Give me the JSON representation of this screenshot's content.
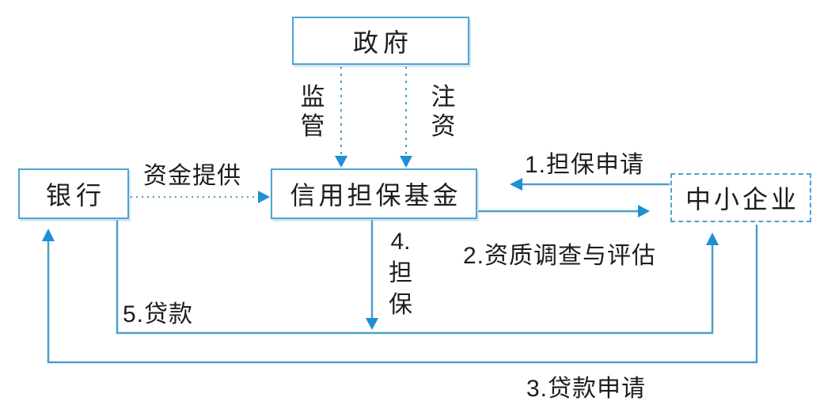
{
  "nodes": {
    "government": "政府",
    "bank": "银行",
    "guarantee_fund": "信用担保基金",
    "sme": "中小企业"
  },
  "edges": {
    "supervision": "监\n管",
    "capital_injection": "注\n资",
    "funding_provision": "资金提供",
    "step1_guarantee_application": "1.担保申请",
    "step2_qualification_review": "2.资质调查与评估",
    "step3_loan_application": "3.贷款申请",
    "step4_guarantee": "4.\n担\n保",
    "step5_loan": "5.贷款"
  },
  "colors": {
    "line": "#4a9fc9",
    "arrowhead": "#1e8fd5",
    "box_border": "#4ba4d3",
    "text": "#1d1d1d"
  }
}
